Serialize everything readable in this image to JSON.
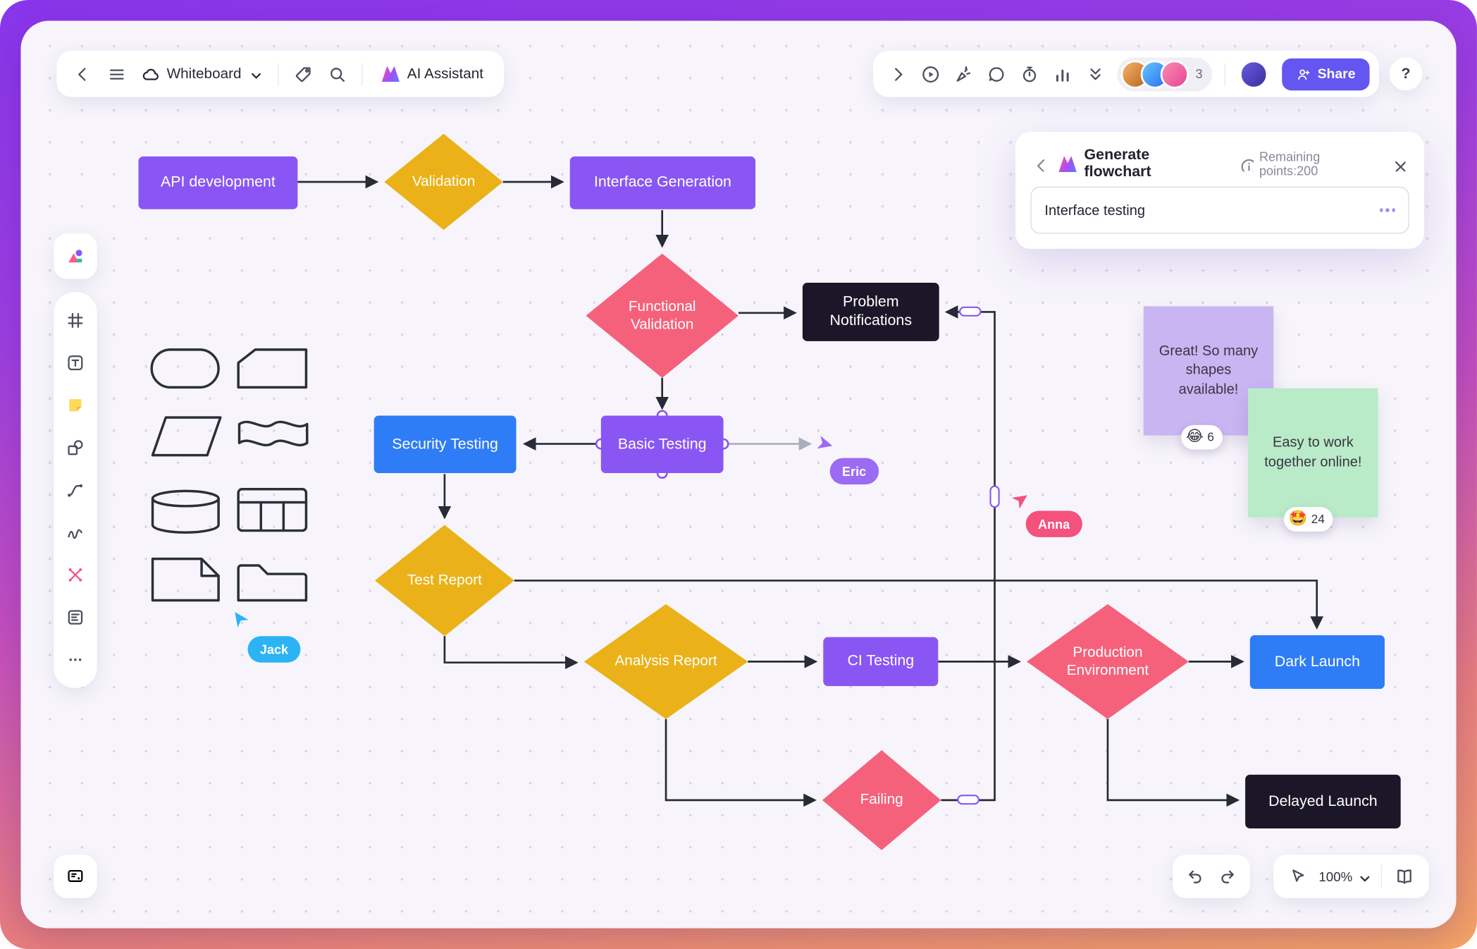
{
  "topbar": {
    "board_title": "Whiteboard",
    "ai_assistant_label": "AI Assistant",
    "collaborator_count": "3",
    "share_label": "Share",
    "help_label": "?"
  },
  "ai_panel": {
    "title": "Generate flowchart",
    "points_label": "Remaining points:200",
    "input_value": "Interface testing"
  },
  "flowchart": {
    "nodes": {
      "api_development": "API development",
      "validation": "Validation",
      "interface_generation": "Interface Generation",
      "functional_validation": "Functional Validation",
      "problem_notifications": "Problem Notifications",
      "basic_testing": "Basic Testing",
      "security_testing": "Security Testing",
      "test_report": "Test Report",
      "analysis_report": "Analysis Report",
      "ci_testing": "CI Testing",
      "production_environment": "Production Environment",
      "dark_launch": "Dark Launch",
      "failing": "Failing",
      "delayed_launch": "Delayed Launch"
    }
  },
  "stickies": [
    {
      "text": "Great! So many shapes available!",
      "emoji": "😂",
      "count": "6"
    },
    {
      "text": "Easy to work together online!",
      "emoji": "🤩",
      "count": "24"
    }
  ],
  "cursors": [
    {
      "name": "Jack",
      "color": "#2bb3f5"
    },
    {
      "name": "Eric",
      "color": "#9b6bf3"
    },
    {
      "name": "Anna",
      "color": "#f4517d"
    }
  ],
  "footer": {
    "zoom": "100%"
  },
  "colors": {
    "node_purple": "#8a56f3",
    "node_yellow": "#eab218",
    "node_pink": "#f5617b",
    "node_blue": "#2e7cf6",
    "node_dark": "#1b1728",
    "accent": "#6456f0",
    "frame_gradient_top": "#8936ec",
    "frame_gradient_bottom": "#f6a566"
  }
}
